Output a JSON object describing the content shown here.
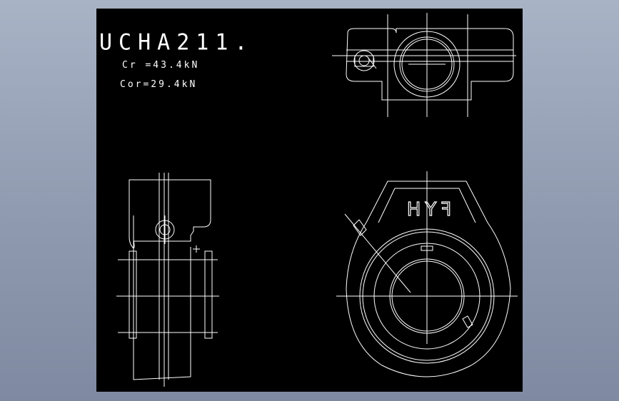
{
  "drawing": {
    "part_number": "UCHA211.",
    "dynamic_rating": "Cr =43.4kN",
    "static_rating": "Cor=29.4kN",
    "brand_mark": "FYH"
  },
  "colors": {
    "viewport_background": "#000000",
    "line_color": "#ffffff",
    "outer_background": "#949eb4"
  }
}
